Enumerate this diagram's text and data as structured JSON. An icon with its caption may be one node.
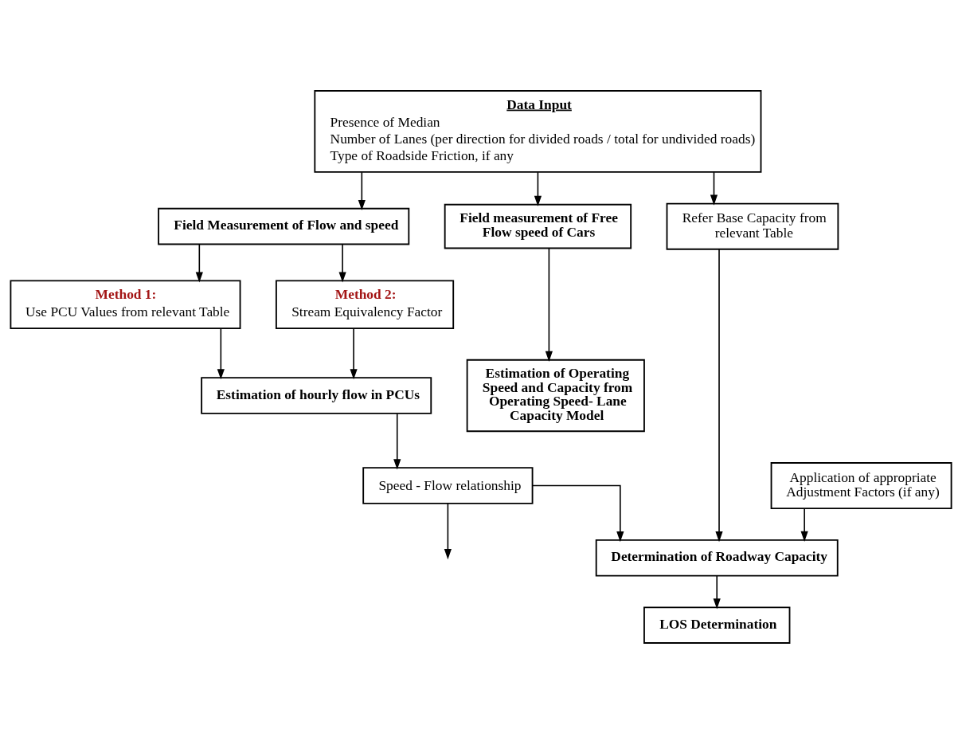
{
  "diagram": {
    "nodes": [
      {
        "text": [
          "Data Input",
          "Presence of Median",
          "Number of Lanes (per direction for divided roads / total for undivided roads)",
          "Type of Roadside Friction, if any"
        ]
      },
      {
        "text": [
          "Field Measurement of Flow and speed"
        ]
      },
      {
        "text": [
          "Field measurement of Free Flow speed of Cars"
        ]
      },
      {
        "text": [
          "Refer Base Capacity from relevant Table"
        ]
      },
      {
        "text": [
          "Method 1:",
          "Use PCU Values from relevant Table"
        ]
      },
      {
        "text": [
          "Method 2:",
          "Stream Equivalency Factor"
        ]
      },
      {
        "text": [
          "Estimation of hourly flow in PCUs"
        ]
      },
      {
        "text": [
          "Estimation of Operating Speed and Capacity from Operating Speed- Lane Capacity Model"
        ]
      },
      {
        "text": [
          "Speed - Flow relationship"
        ]
      },
      {
        "text": [
          "Application of appropriate Adjustment Factors (if any)"
        ]
      },
      {
        "text": [
          "Determination of Roadway Capacity"
        ]
      },
      {
        "text": [
          "LOS Determination"
        ]
      }
    ],
    "edges": [
      {
        "from": 0,
        "to": 3,
        "arrow": "to"
      },
      {
        "from": 0,
        "to": 1,
        "arrow": "to"
      },
      {
        "from": 0,
        "to": 2,
        "arrow": "to"
      },
      {
        "from": 1,
        "to": 4,
        "arrow": "to"
      },
      {
        "from": 1,
        "to": 5,
        "arrow": "to"
      },
      {
        "from": 4,
        "to": 6,
        "arrow": "to"
      },
      {
        "from": 5,
        "to": 6,
        "arrow": "to"
      },
      {
        "from": 2,
        "to": 7,
        "arrow": "to"
      },
      {
        "from": 6,
        "to": 8,
        "arrow": "to"
      },
      {
        "from": 3,
        "to": 10,
        "arrow": "to"
      },
      {
        "from": 8,
        "to": 10,
        "arrow": "to"
      },
      {
        "from": 8,
        "to": null,
        "arrow": "to"
      },
      {
        "from": 9,
        "to": 10,
        "arrow": "to"
      },
      {
        "from": 10,
        "to": 11,
        "arrow": "to"
      }
    ]
  }
}
